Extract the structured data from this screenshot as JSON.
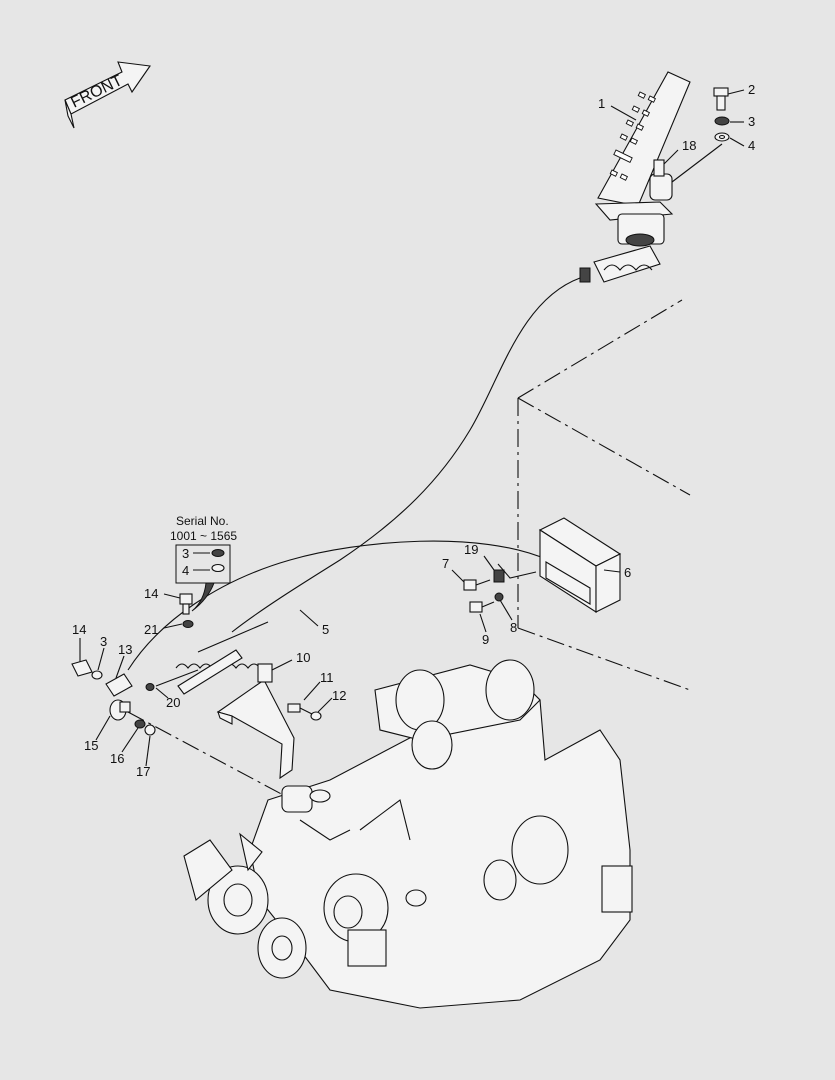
{
  "front_label": "FRONT",
  "serial_box": {
    "title": "Serial No.",
    "range": "1001 ~ 1565",
    "items": [
      "3",
      "4"
    ]
  },
  "callouts": [
    {
      "key": "c1",
      "text": "1"
    },
    {
      "key": "c2",
      "text": "2"
    },
    {
      "key": "c3",
      "text": "3"
    },
    {
      "key": "c4",
      "text": "4"
    },
    {
      "key": "c18",
      "text": "18"
    },
    {
      "key": "c6",
      "text": "6"
    },
    {
      "key": "c19",
      "text": "19"
    },
    {
      "key": "c7",
      "text": "7"
    },
    {
      "key": "c8",
      "text": "8"
    },
    {
      "key": "c9",
      "text": "9"
    },
    {
      "key": "c5",
      "text": "5"
    },
    {
      "key": "c10",
      "text": "10"
    },
    {
      "key": "c11",
      "text": "11"
    },
    {
      "key": "c12",
      "text": "12"
    },
    {
      "key": "c14a",
      "text": "14"
    },
    {
      "key": "c21",
      "text": "21"
    },
    {
      "key": "c14b",
      "text": "14"
    },
    {
      "key": "c3b",
      "text": "3"
    },
    {
      "key": "c13",
      "text": "13"
    },
    {
      "key": "c20",
      "text": "20"
    },
    {
      "key": "c15",
      "text": "15"
    },
    {
      "key": "c16",
      "text": "16"
    },
    {
      "key": "c17",
      "text": "17"
    }
  ]
}
